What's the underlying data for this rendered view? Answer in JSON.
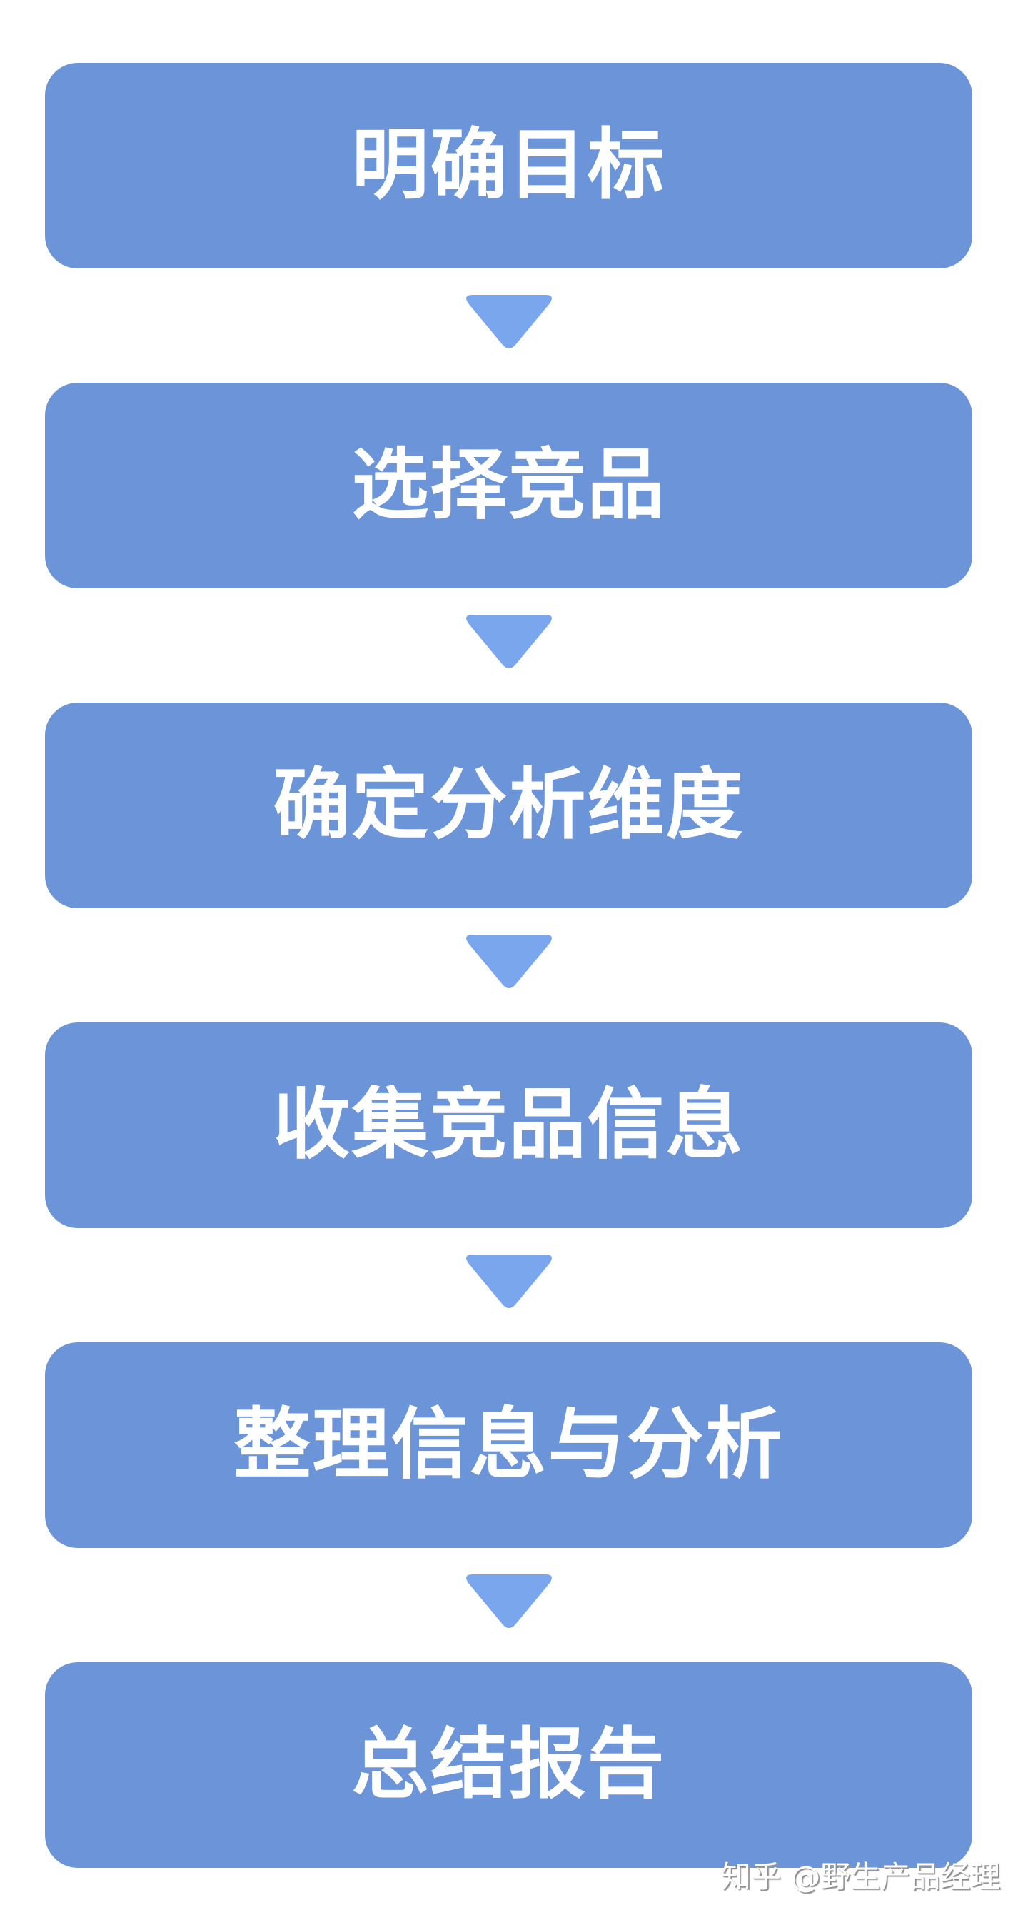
{
  "diagram": {
    "type": "vertical-flowchart",
    "colors": {
      "box": "#6B95D8",
      "arrow": "#7AA6EE",
      "text": "#FFFFFF",
      "background": "#FFFFFF"
    },
    "steps": [
      {
        "label": "明确目标"
      },
      {
        "label": "选择竞品"
      },
      {
        "label": "确定分析维度"
      },
      {
        "label": "收集竞品信息"
      },
      {
        "label": "整理信息与分析"
      },
      {
        "label": "总结报告"
      }
    ],
    "arrow_icon": "down-triangle-icon"
  },
  "watermark": {
    "text": "知乎 @野生产品经理"
  }
}
